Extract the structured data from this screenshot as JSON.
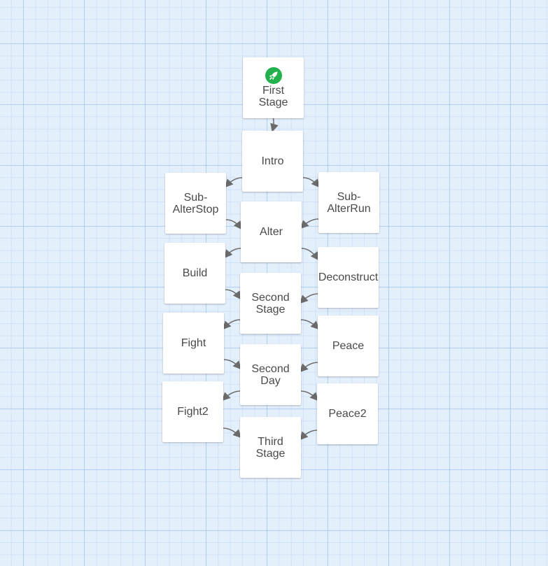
{
  "passages": [
    {
      "id": "first-stage",
      "label": "First\nStage",
      "start": true
    },
    {
      "id": "intro",
      "label": "Intro"
    },
    {
      "id": "sub-alterstop",
      "label": "Sub-\nAlterStop"
    },
    {
      "id": "sub-alterrun",
      "label": "Sub-\nAlterRun"
    },
    {
      "id": "alter",
      "label": "Alter"
    },
    {
      "id": "build",
      "label": "Build"
    },
    {
      "id": "deconstruct",
      "label": "Deconstruct"
    },
    {
      "id": "second-stage",
      "label": "Second\nStage"
    },
    {
      "id": "fight",
      "label": "Fight"
    },
    {
      "id": "peace",
      "label": "Peace"
    },
    {
      "id": "second-day",
      "label": "Second\nDay"
    },
    {
      "id": "fight2",
      "label": "Fight2"
    },
    {
      "id": "peace2",
      "label": "Peace2"
    },
    {
      "id": "third-stage",
      "label": "Third\nStage"
    }
  ],
  "links": [
    [
      "first-stage",
      "intro"
    ],
    [
      "intro",
      "sub-alterstop"
    ],
    [
      "intro",
      "sub-alterrun"
    ],
    [
      "sub-alterstop",
      "alter"
    ],
    [
      "sub-alterrun",
      "alter"
    ],
    [
      "alter",
      "build"
    ],
    [
      "alter",
      "deconstruct"
    ],
    [
      "build",
      "second-stage"
    ],
    [
      "deconstruct",
      "second-stage"
    ],
    [
      "second-stage",
      "fight"
    ],
    [
      "second-stage",
      "peace"
    ],
    [
      "fight",
      "second-day"
    ],
    [
      "peace",
      "second-day"
    ],
    [
      "second-day",
      "fight2"
    ],
    [
      "second-day",
      "peace2"
    ],
    [
      "fight2",
      "third-stage"
    ],
    [
      "peace2",
      "third-stage"
    ]
  ],
  "colors": {
    "start_icon": "#22b14c",
    "link": "#6b6b6b"
  },
  "icons": {
    "start": "rocket-icon"
  }
}
